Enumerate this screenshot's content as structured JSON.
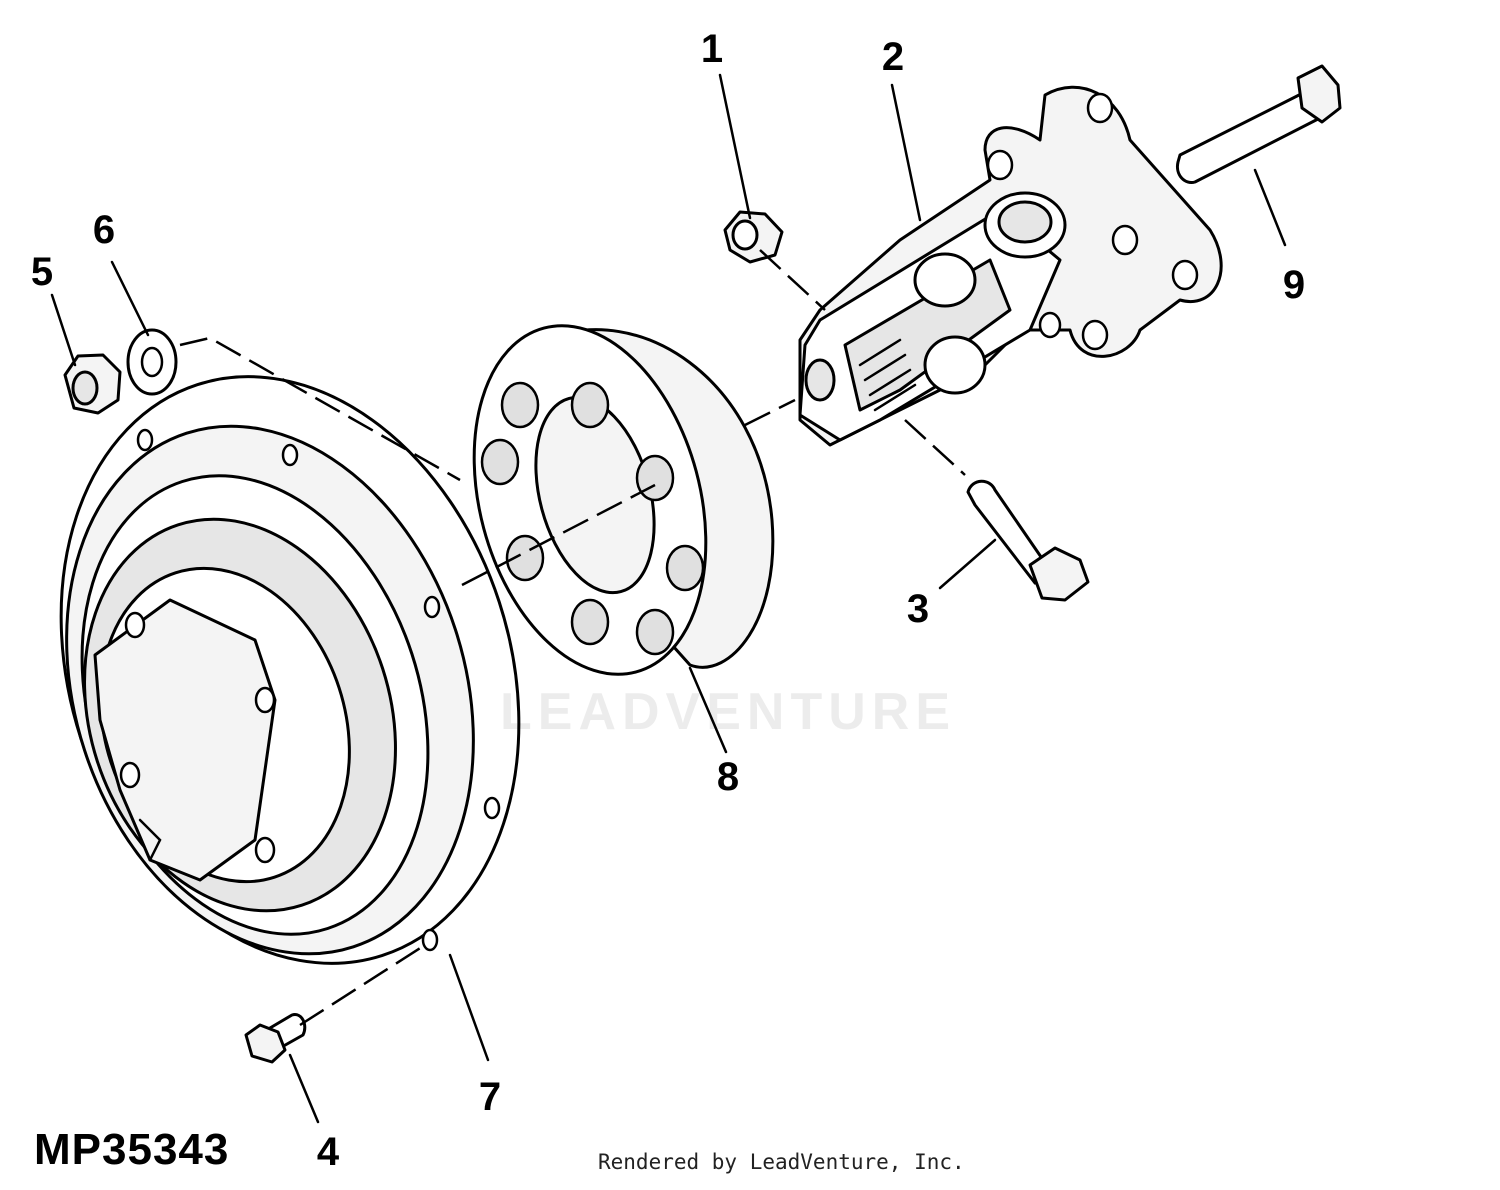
{
  "diagram": {
    "reference_code": "MP35343",
    "credit": "Rendered by LeadVenture, Inc.",
    "watermark": "LEADVENTURE",
    "callouts": [
      {
        "id": "1",
        "label": "1"
      },
      {
        "id": "2",
        "label": "2"
      },
      {
        "id": "3",
        "label": "3"
      },
      {
        "id": "4",
        "label": "4"
      },
      {
        "id": "5",
        "label": "5"
      },
      {
        "id": "6",
        "label": "6"
      },
      {
        "id": "7",
        "label": "7"
      },
      {
        "id": "8",
        "label": "8"
      },
      {
        "id": "9",
        "label": "9"
      }
    ]
  }
}
